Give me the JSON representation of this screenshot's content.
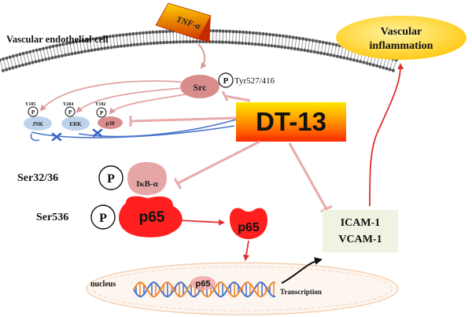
{
  "title": "Vascular endothelial cell",
  "stimulus": {
    "label": "TNF-α"
  },
  "drug": {
    "label": "DT-13"
  },
  "outcome": {
    "label_line1": "Vascular",
    "label_line2": "inflammation"
  },
  "src": {
    "label": "Src",
    "phospho_label": "P",
    "site_label": "Tyr527/416"
  },
  "mapks": [
    {
      "label": "JNK",
      "site": "Y185",
      "phospho": "P"
    },
    {
      "label": "ERK",
      "site": "Y204",
      "phospho": "P"
    },
    {
      "label": "p38",
      "site": "Y182",
      "phospho": "P"
    }
  ],
  "ikb": {
    "label": "IκB-α",
    "site_label": "Ser32/36",
    "phospho": "P"
  },
  "p65": {
    "label": "p65",
    "site_label": "Ser536",
    "phospho": "P",
    "free_label": "p65",
    "nuclear_label": "p65"
  },
  "adhesion": {
    "line1": "ICAM-1",
    "line2": "VCAM-1"
  },
  "nucleus": {
    "label": "nucleus",
    "transcription_label": "Transcription"
  },
  "colors": {
    "inhibit": "#e8aaaa",
    "activate": "#e03030",
    "src_fill": "#d98c8c",
    "mapk_fill": "#bcd3ea",
    "p65_fill": "#ff1f1f",
    "ikb_fill": "#e6a6a6",
    "outcome_fill": "#ffd21f",
    "adhesion_fill": "#eef3e2",
    "dna_blue": "#4a74c9",
    "dna_orange": "#f08a30"
  }
}
